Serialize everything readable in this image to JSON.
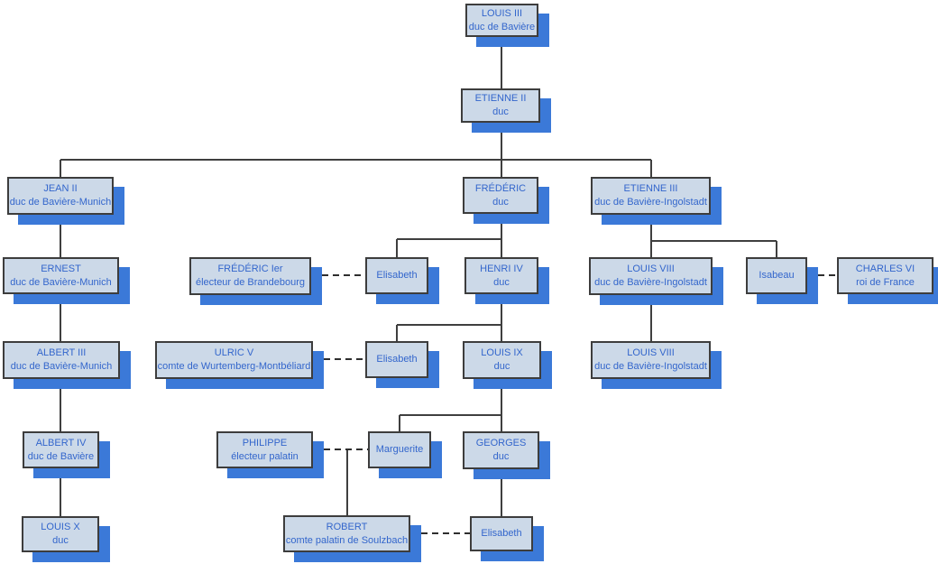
{
  "diagram": {
    "kind": "family-tree-orgchart",
    "colors": {
      "background": "#ffffff",
      "box_fill": "#ccd9e8",
      "box_border": "#3d3d3d",
      "box_shadow": "#3b79d8",
      "text": "#3366cc",
      "line": "#3f3f3f"
    },
    "nodes": {
      "louis3": {
        "name": "LOUIS III",
        "title": "duc de Bavière"
      },
      "etienne2": {
        "name": "ETIENNE II",
        "title": "duc"
      },
      "jean2": {
        "name": "JEAN II",
        "title": "duc de Bavière-Munich"
      },
      "frederic": {
        "name": "FRÉDÉRIC",
        "title": "duc"
      },
      "etienne3": {
        "name": "ETIENNE III",
        "title": "duc de Bavière-Ingolstadt"
      },
      "ernest": {
        "name": "ERNEST",
        "title": "duc de Bavière-Munich"
      },
      "frederic1er": {
        "name": "FRÉDÉRIC Ier",
        "title": "électeur de Brandebourg"
      },
      "elisabeth1": {
        "name": "Elisabeth",
        "title": ""
      },
      "henri4": {
        "name": "HENRI IV",
        "title": "duc"
      },
      "louis8a": {
        "name": "LOUIS VIII",
        "title": "duc de Bavière-Ingolstadt"
      },
      "isabeau": {
        "name": "Isabeau",
        "title": ""
      },
      "charles6": {
        "name": "CHARLES VI",
        "title": "roi de France"
      },
      "albert3": {
        "name": "ALBERT III",
        "title": "duc de Bavière-Munich"
      },
      "ulric5": {
        "name": "ULRIC V",
        "title": "comte de Wurtemberg-Montbéliard"
      },
      "elisabeth2": {
        "name": "Elisabeth",
        "title": ""
      },
      "louis9": {
        "name": "LOUIS IX",
        "title": "duc"
      },
      "louis8b": {
        "name": "LOUIS VIII",
        "title": "duc de Bavière-Ingolstadt"
      },
      "albert4": {
        "name": "ALBERT IV",
        "title": "duc de Bavière"
      },
      "philippe": {
        "name": "PHILIPPE",
        "title": "électeur palatin"
      },
      "marguerite": {
        "name": "Marguerite",
        "title": ""
      },
      "georges": {
        "name": "GEORGES",
        "title": "duc"
      },
      "louis10": {
        "name": "LOUIS X",
        "title": "duc"
      },
      "robert": {
        "name": "ROBERT",
        "title": "comte palatin de Soulzbach"
      },
      "elisabeth3": {
        "name": "Elisabeth",
        "title": ""
      }
    },
    "edges": [
      {
        "from": "LOUIS III",
        "to": "ETIENNE II",
        "type": "parent"
      },
      {
        "from": "ETIENNE II",
        "to": "JEAN II",
        "type": "parent"
      },
      {
        "from": "ETIENNE II",
        "to": "FRÉDÉRIC",
        "type": "parent"
      },
      {
        "from": "ETIENNE II",
        "to": "ETIENNE III",
        "type": "parent"
      },
      {
        "from": "JEAN II",
        "to": "ERNEST",
        "type": "parent"
      },
      {
        "from": "ERNEST",
        "to": "ALBERT III",
        "type": "parent"
      },
      {
        "from": "ALBERT III",
        "to": "ALBERT IV",
        "type": "parent"
      },
      {
        "from": "ALBERT IV",
        "to": "LOUIS X",
        "type": "parent"
      },
      {
        "from": "FRÉDÉRIC",
        "to": "Elisabeth (épouse de FRÉDÉRIC Ier)",
        "type": "parent"
      },
      {
        "from": "FRÉDÉRIC",
        "to": "HENRI IV",
        "type": "parent"
      },
      {
        "from": "HENRI IV",
        "to": "Elisabeth (épouse d'ULRIC V)",
        "type": "parent"
      },
      {
        "from": "HENRI IV",
        "to": "LOUIS IX",
        "type": "parent"
      },
      {
        "from": "LOUIS IX",
        "to": "Marguerite",
        "type": "parent"
      },
      {
        "from": "LOUIS IX",
        "to": "GEORGES",
        "type": "parent"
      },
      {
        "from": "GEORGES",
        "to": "Elisabeth (épouse de ROBERT)",
        "type": "parent"
      },
      {
        "from": "ETIENNE III",
        "to": "LOUIS VIII",
        "type": "parent"
      },
      {
        "from": "ETIENNE III",
        "to": "Isabeau",
        "type": "parent"
      },
      {
        "from": "LOUIS VIII",
        "to": "LOUIS VIII (fils)",
        "type": "parent"
      },
      {
        "from": "PHILIPPE et Marguerite",
        "to": "ROBERT",
        "type": "parent"
      },
      {
        "from": "FRÉDÉRIC Ier",
        "to": "Elisabeth",
        "type": "marriage"
      },
      {
        "from": "ULRIC V",
        "to": "Elisabeth",
        "type": "marriage"
      },
      {
        "from": "Isabeau",
        "to": "CHARLES VI",
        "type": "marriage"
      },
      {
        "from": "PHILIPPE",
        "to": "Marguerite",
        "type": "marriage"
      },
      {
        "from": "ROBERT",
        "to": "Elisabeth",
        "type": "marriage"
      }
    ]
  }
}
